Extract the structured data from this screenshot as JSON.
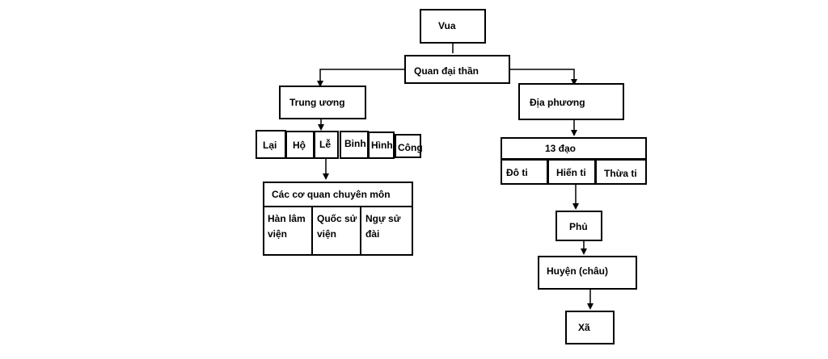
{
  "nodes": {
    "vua": "Vua",
    "quan_dai_than": "Quan đại thần",
    "trung_uong": "Trung ương",
    "dia_phuong": "Địa phương",
    "bo": [
      "Lại",
      "Hộ",
      "Lễ",
      "Binh",
      "Hình",
      "Công"
    ],
    "co_quan": {
      "title": "Các cơ quan chuyên môn",
      "items": [
        "Hàn lâm viện",
        "Quốc sử viện",
        "Ngự sử đài"
      ]
    },
    "dao": "13 đạo",
    "ty": [
      "Đô ti",
      "Hiến ti",
      "Thừa ti"
    ],
    "phu": "Phủ",
    "huyen": "Huyện (châu)",
    "xa": "Xã"
  }
}
